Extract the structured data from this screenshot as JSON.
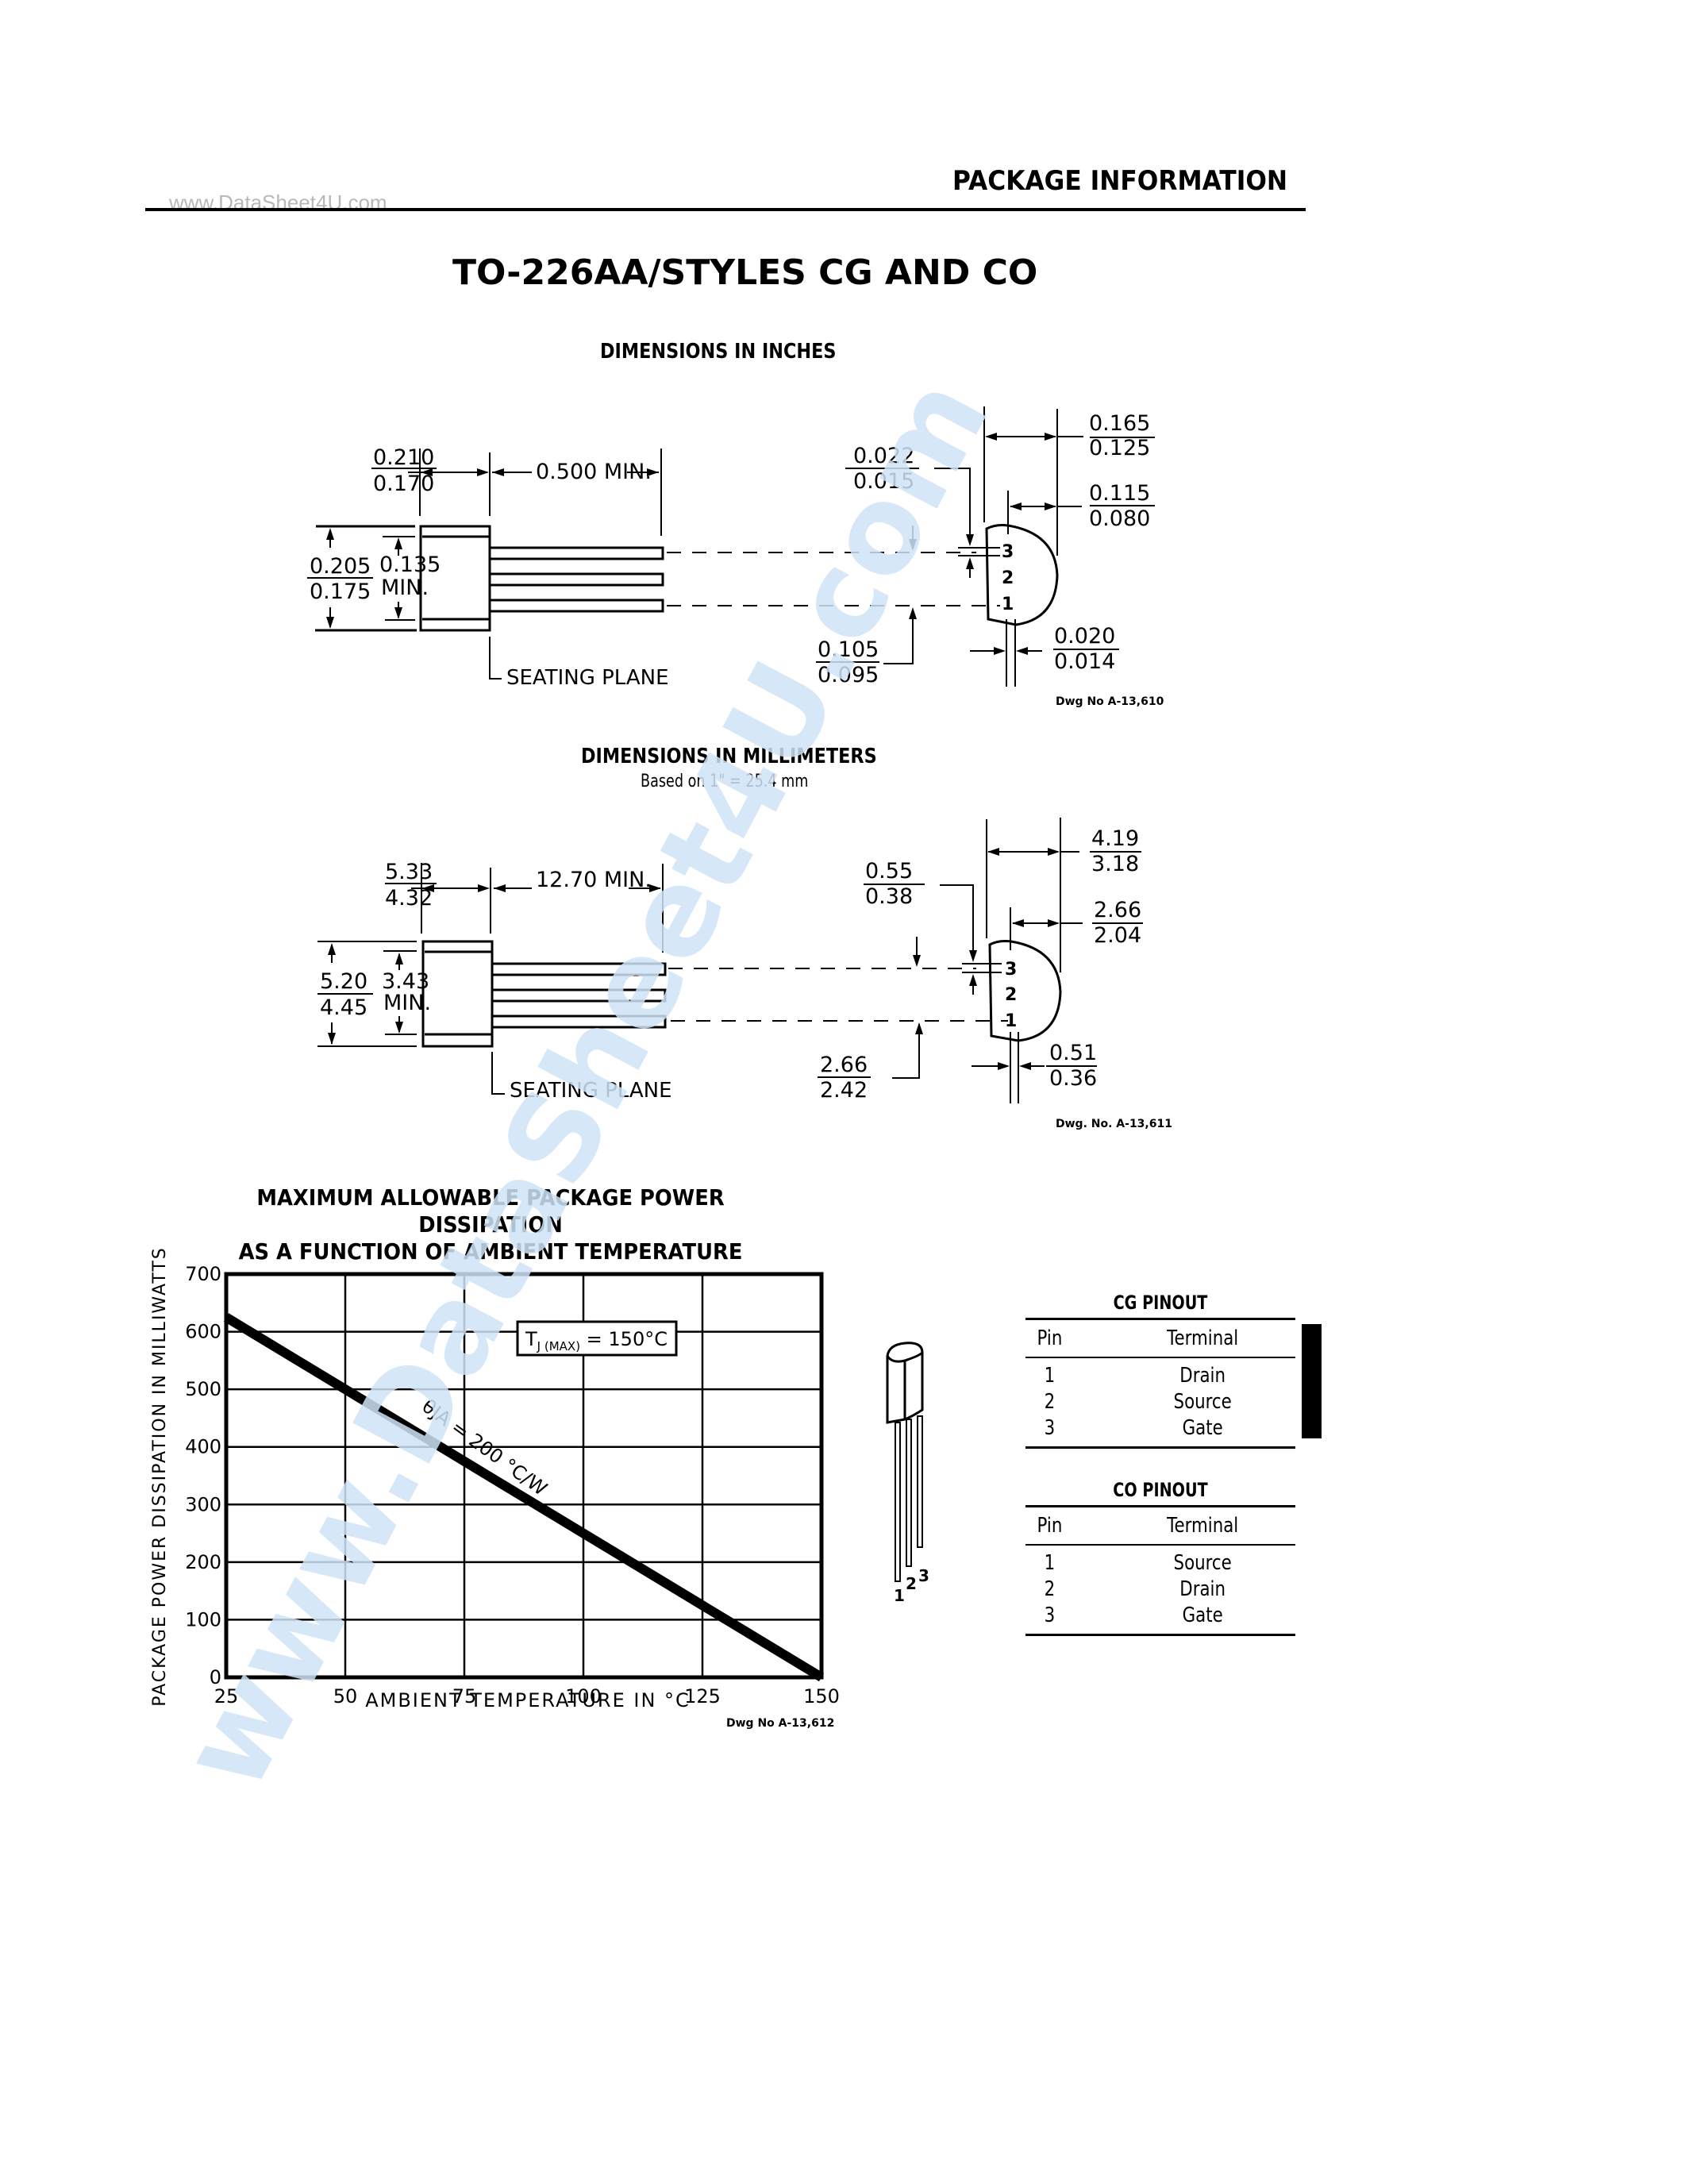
{
  "header": {
    "section_label": "PACKAGE INFORMATION",
    "watermark_url": "www.DataSheet4U.com"
  },
  "title": "TO-226AA/STYLES CG AND CO",
  "inch_drawing": {
    "heading": "DIMENSIONS IN INCHES",
    "body_width": {
      "max": "0.210",
      "min": "0.170"
    },
    "lead_length": "0.500 MIN.",
    "lead_thickness": {
      "max": "0.022",
      "min": "0.015"
    },
    "body_depth": {
      "max": "0.165",
      "min": "0.125"
    },
    "flat_to_center": {
      "max": "0.115",
      "min": "0.080"
    },
    "body_height": {
      "max": "0.205",
      "min": "0.175"
    },
    "min_height": {
      "value": "0.135",
      "suffix": "MIN."
    },
    "lead_spacing": {
      "max": "0.105",
      "min": "0.095"
    },
    "lead_width": {
      "max": "0.020",
      "min": "0.014"
    },
    "seating_plane": "SEATING PLANE",
    "pins": [
      "3",
      "2",
      "1"
    ],
    "drawing_number": "Dwg No A-13,610"
  },
  "mm_drawing": {
    "heading": "DIMENSIONS IN MILLIMETERS",
    "note": "Based on 1\" = 25.4 mm",
    "body_width": {
      "max": "5.33",
      "min": "4.32"
    },
    "lead_length": "12.70 MIN.",
    "lead_thickness": {
      "max": "0.55",
      "min": "0.38"
    },
    "body_depth": {
      "max": "4.19",
      "min": "3.18"
    },
    "flat_to_center": {
      "max": "2.66",
      "min": "2.04"
    },
    "body_height": {
      "max": "5.20",
      "min": "4.45"
    },
    "min_height": {
      "value": "3.43",
      "suffix": "MIN."
    },
    "lead_spacing": {
      "max": "2.66",
      "min": "2.42"
    },
    "lead_width": {
      "max": "0.51",
      "min": "0.36"
    },
    "seating_plane": "SEATING PLANE",
    "pins": [
      "3",
      "2",
      "1"
    ],
    "drawing_number": "Dwg. No. A-13,611"
  },
  "chart_data": {
    "type": "line",
    "title": "MAXIMUM ALLOWABLE PACKAGE POWER DISSIPATION AS A FUNCTION OF AMBIENT TEMPERATURE",
    "title_lines": [
      "MAXIMUM ALLOWABLE PACKAGE POWER DISSIPATION",
      "AS A FUNCTION OF AMBIENT TEMPERATURE"
    ],
    "xlabel": "AMBIENT TEMPERATURE IN °C",
    "ylabel": "PACKAGE POWER DISSIPATION IN MILLIWATTS",
    "xlim": [
      25,
      150
    ],
    "ylim": [
      0,
      700
    ],
    "xticks": [
      25,
      50,
      75,
      100,
      125,
      150
    ],
    "yticks": [
      0,
      100,
      200,
      300,
      400,
      500,
      600,
      700
    ],
    "grid": true,
    "series": [
      {
        "name": "θJA = 200 °C/W",
        "x": [
          25,
          50,
          75,
          100,
          125,
          150
        ],
        "y": [
          625,
          500,
          375,
          250,
          125,
          0
        ]
      }
    ],
    "annotations": [
      {
        "text": "TJ(MAX) = 150°C",
        "boxed": true
      },
      {
        "text": "θJA = 200 °C/W",
        "along_line": true
      }
    ],
    "drawing_number": "Dwg No A-13,612"
  },
  "chart_labels": {
    "tj_box": {
      "t": "T",
      "sub": "J (MAX)",
      "rest": " = 150°C"
    },
    "theta_label": "θJA = 200 °C/W"
  },
  "package_icon": {
    "pin_labels": [
      "1",
      "2",
      "3"
    ]
  },
  "cg_pinout": {
    "title": "CG PINOUT",
    "headers": [
      "Pin",
      "Terminal"
    ],
    "rows": [
      {
        "pin": "1",
        "terminal": "Drain"
      },
      {
        "pin": "2",
        "terminal": "Source"
      },
      {
        "pin": "3",
        "terminal": "Gate"
      }
    ]
  },
  "co_pinout": {
    "title": "CO PINOUT",
    "headers": [
      "Pin",
      "Terminal"
    ],
    "rows": [
      {
        "pin": "1",
        "terminal": "Source"
      },
      {
        "pin": "2",
        "terminal": "Drain"
      },
      {
        "pin": "3",
        "terminal": "Gate"
      }
    ]
  },
  "colors": {
    "ink": "#000000",
    "page": "#ffffff",
    "watermark": "#cfe3f7",
    "watermark_small": "#b8b8b8"
  }
}
